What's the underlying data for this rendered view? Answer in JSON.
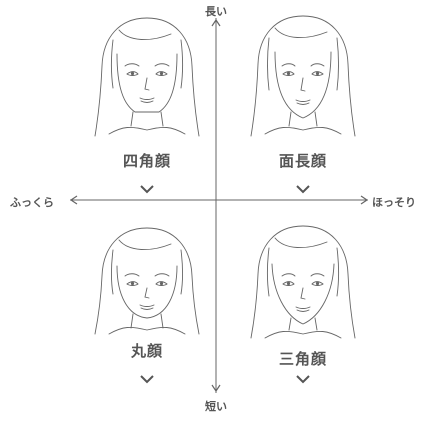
{
  "axis": {
    "top": "長い",
    "bottom": "短い",
    "left": "ふっくら",
    "right": "ほっそり"
  },
  "quadrants": [
    {
      "label": "四角顔",
      "face_shape": "square"
    },
    {
      "label": "面長顔",
      "face_shape": "long"
    },
    {
      "label": "丸顔",
      "face_shape": "round"
    },
    {
      "label": "三角顔",
      "face_shape": "triangle"
    }
  ],
  "colors": {
    "line": "#555555",
    "text": "#555555"
  }
}
